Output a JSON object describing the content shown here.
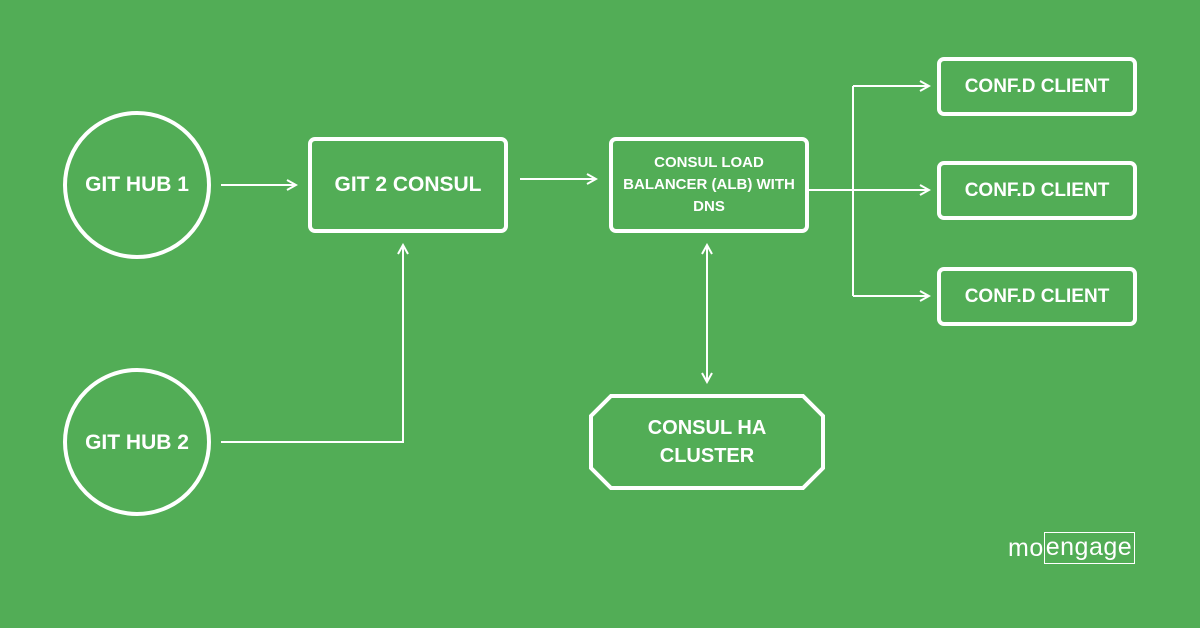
{
  "nodes": {
    "git_hub_1": "GIT HUB 1",
    "git_hub_2": "GIT HUB 2",
    "git_2_consul": "GIT 2 CONSUL",
    "consul_alb": "CONSUL LOAD BALANCER (ALB) WITH DNS",
    "consul_ha_cluster": "CONSUL HA CLUSTER",
    "confd_client_1": "CONF.D CLIENT",
    "confd_client_2": "CONF.D CLIENT",
    "confd_client_3": "CONF.D CLIENT"
  },
  "logo": {
    "part1": "mo",
    "part2": "engage"
  },
  "colors": {
    "background": "#52ad56",
    "foreground": "#ffffff"
  }
}
